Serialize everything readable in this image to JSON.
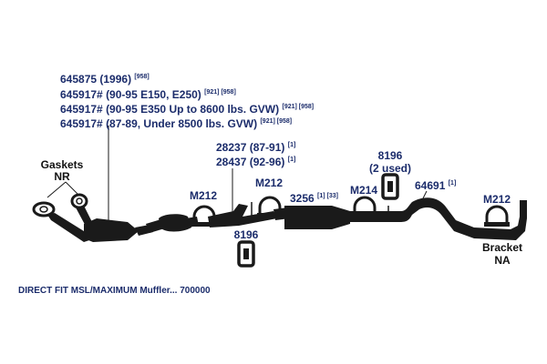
{
  "colors": {
    "label": "#1b2c6b",
    "part": "#1a1a1a",
    "background": "#ffffff"
  },
  "labels": {
    "converter_1996": {
      "part": "645875",
      "note": "(1996)",
      "refs": "[958]"
    },
    "converter_e150": {
      "part": "645917#",
      "note": "(90-95 E150, E250)",
      "refs": "[921] [958]"
    },
    "converter_e350": {
      "part": "645917#",
      "note": "(90-95 E350 Up to 8600 lbs. GVW)",
      "refs": "[921] [958]"
    },
    "converter_8789": {
      "part": "645917#",
      "note": "(87-89, Under 8500 lbs. GVW)",
      "refs": "[921] [958]"
    },
    "pipe_8791": {
      "part": "28237",
      "note": "(87-91)",
      "refs": "[1]"
    },
    "pipe_9296": {
      "part": "28437",
      "note": "(92-96)",
      "refs": "[1]"
    },
    "hanger_2used": {
      "part": "8196",
      "note": "(2 used)"
    },
    "muffler": {
      "part": "3256",
      "refs": "[1] [33]"
    },
    "tailpipe": {
      "part": "64691",
      "refs": "[1]"
    },
    "clamp_a": "M212",
    "clamp_b": "M212",
    "clamp_c": "M214",
    "clamp_d": "M212",
    "hanger_bottom": "8196",
    "gaskets": "Gaskets",
    "gaskets_nr": "NR",
    "bracket": "Bracket",
    "bracket_na": "NA",
    "footer": "DIRECT FIT MSL/MAXIMUM Muffler... 700000"
  }
}
